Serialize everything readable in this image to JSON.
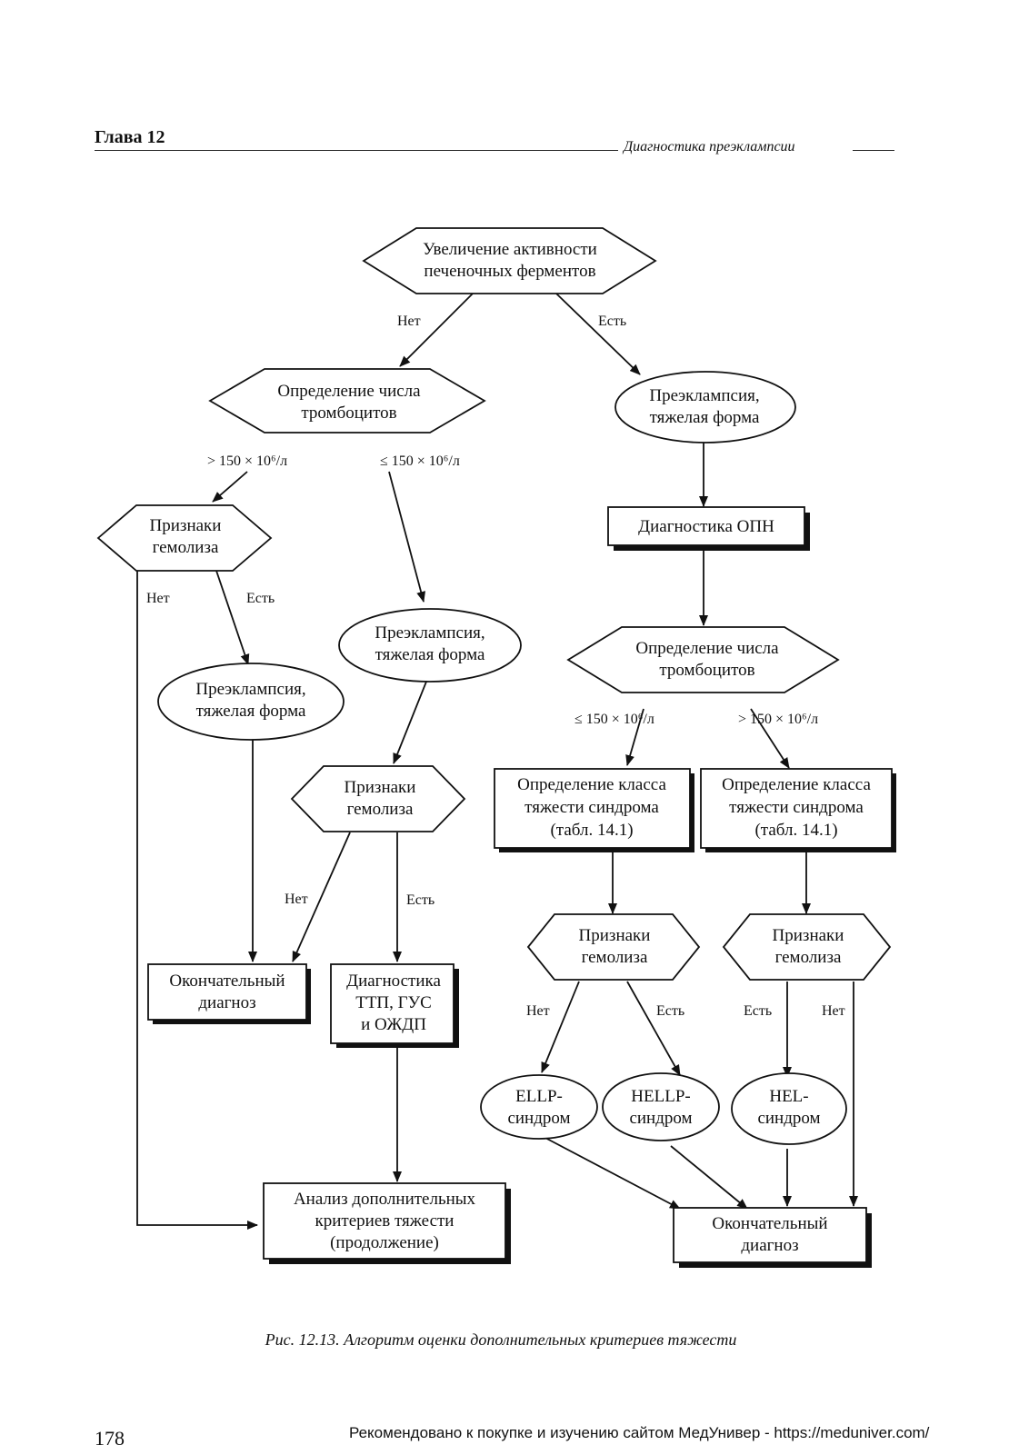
{
  "header": {
    "chapter": "Глава 12",
    "section": "Диагностика преэклампсии"
  },
  "diagram": {
    "n1": [
      "Увеличение активности",
      "печеночных ферментов"
    ],
    "n2": [
      "Определение числа",
      "тромбоцитов"
    ],
    "n3": [
      "Преэклампсия,",
      "тяжелая форма"
    ],
    "n4": [
      "Признаки",
      "гемолиза"
    ],
    "n5": [
      "Преэклампсия,",
      "тяжелая форма"
    ],
    "n6": [
      "Диагностика ОПН"
    ],
    "n7": [
      "Преэклампсия,",
      "тяжелая форма"
    ],
    "n8": [
      "Признаки",
      "гемолиза"
    ],
    "n9": [
      "Определение числа",
      "тромбоцитов"
    ],
    "n10": [
      "Определение класса",
      "тяжести синдрома",
      "(табл. 14.1)"
    ],
    "n11": [
      "Определение класса",
      "тяжести синдрома",
      "(табл. 14.1)"
    ],
    "n12": [
      "Окончательный",
      "диагноз"
    ],
    "n13": [
      "Диагностика",
      "ТТП, ГУС",
      "и ОЖДП"
    ],
    "n14": [
      "Признаки",
      "гемолиза"
    ],
    "n15": [
      "Признаки",
      "гемолиза"
    ],
    "n16": [
      "ELLP-",
      "синдром"
    ],
    "n17": [
      "HELLP-",
      "синдром"
    ],
    "n18": [
      "HEL-",
      "синдром"
    ],
    "n19": [
      "Анализ дополнительных",
      "критериев тяжести",
      "(продолжение)"
    ],
    "n20": [
      "Окончательный",
      "диагноз"
    ],
    "labels": {
      "l1": "Нет",
      "l2": "Есть",
      "l3": "> 150 × 10⁶/л",
      "l4": "≤ 150 × 10⁶/л",
      "l5": "Нет",
      "l6": "Есть",
      "l7": "≤ 150 × 10⁶/л",
      "l8": "> 150 × 10⁶/л",
      "l9": "Нет",
      "l10": "Есть",
      "l11": "Нет",
      "l12": "Есть",
      "l13": "Есть",
      "l14": "Нет"
    }
  },
  "caption": "Рис. 12.13. Алгоритм оценки дополнительных критериев тяжести",
  "page_number": "178",
  "footer": "Рекомендовано к покупке и изучению сайтом МедУнивер - https://meduniver.com/"
}
